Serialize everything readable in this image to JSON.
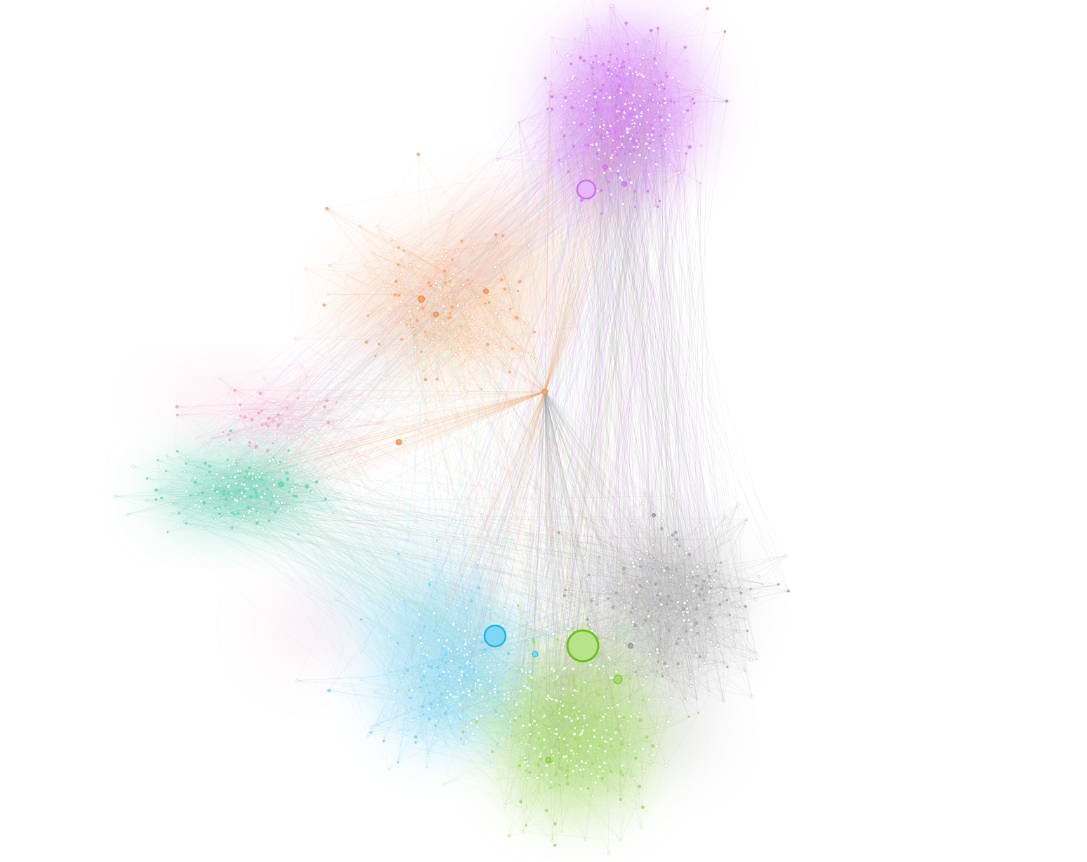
{
  "graph": {
    "communities": [
      {
        "id": "purple",
        "color": "#d67ff5",
        "hub_color": "#e9b8fb",
        "hub_stroke": "#c970ef"
      },
      {
        "id": "orange",
        "color": "#f5a66a",
        "hub_color": "#f5a66a",
        "hub_stroke": "#e8883f"
      },
      {
        "id": "pink",
        "color": "#f3a5c6",
        "hub_color": "#f3a5c6",
        "hub_stroke": "#e07aa5"
      },
      {
        "id": "teal",
        "color": "#6fd6b9",
        "hub_color": "#dff7ef",
        "hub_stroke": "#9fe3cf"
      },
      {
        "id": "cyan",
        "color": "#7fd6f5",
        "hub_color": "#7fd6f5",
        "hub_stroke": "#1ab5ea"
      },
      {
        "id": "green",
        "color": "#a8d96b",
        "hub_color": "#b8e38a",
        "hub_stroke": "#6cbf1e"
      },
      {
        "id": "gray",
        "color": "#a8a8a8",
        "hub_color": "#bdbdbd",
        "hub_stroke": "#8a8a8a"
      }
    ],
    "background": "#ffffff"
  }
}
